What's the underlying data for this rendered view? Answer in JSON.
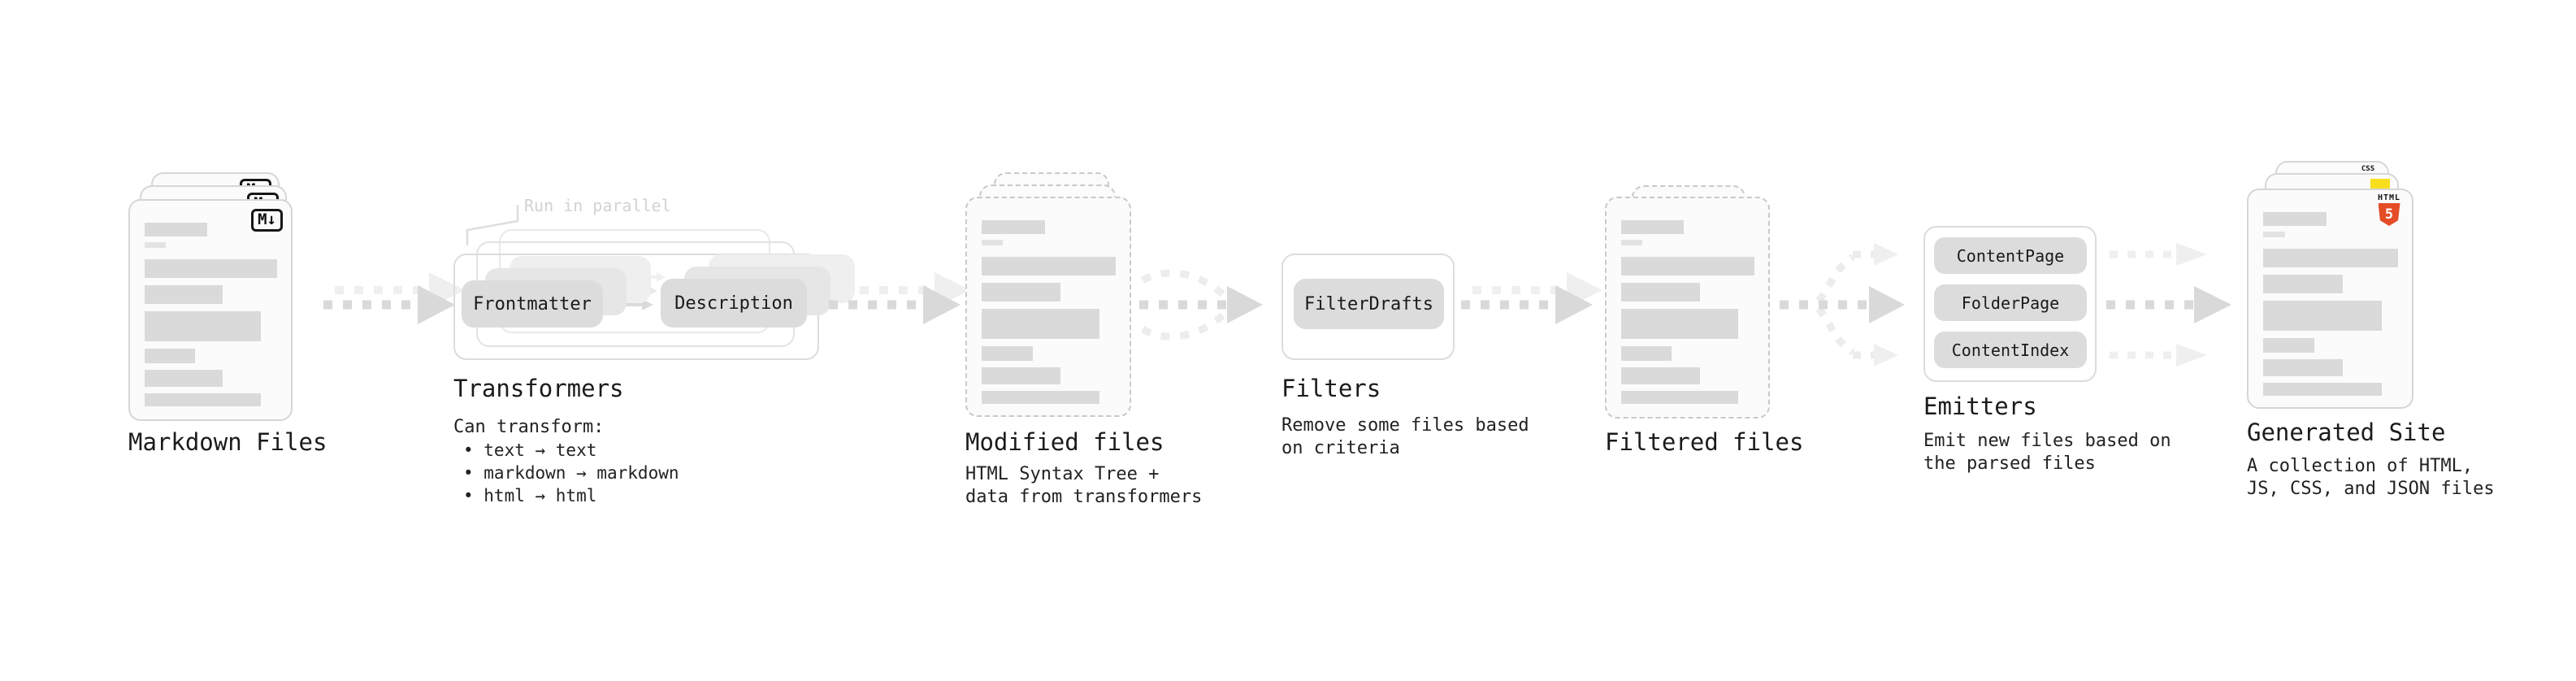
{
  "diagram": {
    "markdown_files": {
      "label": "Markdown Files",
      "badge": "M↓"
    },
    "transformers": {
      "title": "Transformers",
      "callout": "Run in parallel",
      "pill_left": "Frontmatter",
      "pill_right": "Description",
      "caption_title": "Can transform:",
      "bullets": [
        "• text → text",
        "• markdown → markdown",
        "• html → html"
      ]
    },
    "modified_files": {
      "title": "Modified files",
      "caption": "HTML Syntax Tree +\ndata from transformers"
    },
    "filters": {
      "title": "Filters",
      "pill": "FilterDrafts",
      "caption": "Remove some files based\non criteria"
    },
    "filtered_files": {
      "title": "Filtered files"
    },
    "emitters": {
      "title": "Emitters",
      "pills": [
        "ContentPage",
        "FolderPage",
        "ContentIndex"
      ],
      "caption": "Emit new files based on\nthe parsed files"
    },
    "generated_site": {
      "title": "Generated Site",
      "caption": "A collection of HTML,\nJS, CSS, and JSON files",
      "html5_text": "HTML",
      "html5_number": "5",
      "css_text": "CSS"
    },
    "colors": {
      "html5_orange": "#e44d26",
      "js_yellow": "#f7df1e",
      "css_blue": "#2964f1"
    }
  }
}
